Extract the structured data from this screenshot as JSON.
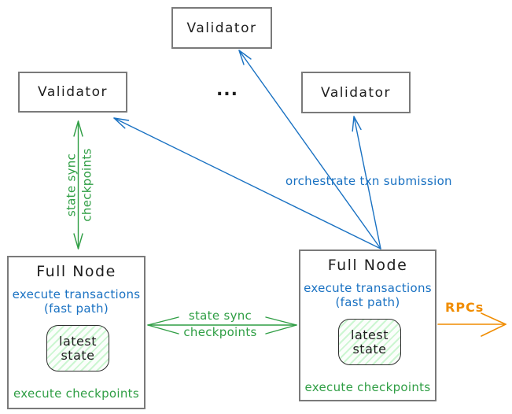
{
  "diagram": {
    "validators": {
      "top": "Validator",
      "left": "Validator",
      "right": "Validator",
      "ellipsis": "..."
    },
    "full_nodes": {
      "left": {
        "title": "Full Node",
        "execute_transactions": "execute transactions",
        "fast_path": "(fast path)",
        "latest_state": {
          "line1": "latest",
          "line2": "state"
        },
        "execute_checkpoints": "execute checkpoints"
      },
      "right": {
        "title": "Full Node",
        "execute_transactions": "execute transactions",
        "fast_path": "(fast path)",
        "latest_state": {
          "line1": "latest",
          "line2": "state"
        },
        "execute_checkpoints": "execute checkpoints"
      }
    },
    "edge_labels": {
      "left_state_sync": {
        "line1": "state sync",
        "line2": "checkpoints"
      },
      "middle_state_sync": {
        "line1": "state sync",
        "line2": "checkpoints"
      },
      "orchestrate": "orchestrate txn submission",
      "rpcs": "RPCs"
    },
    "colors": {
      "text": "#1e1e1e",
      "blue": "#1971c2",
      "green": "#2f9e44",
      "orange": "#f08c00",
      "box_border": "#7a7a7a",
      "latest_state_fill": "#b2f2bb"
    }
  }
}
